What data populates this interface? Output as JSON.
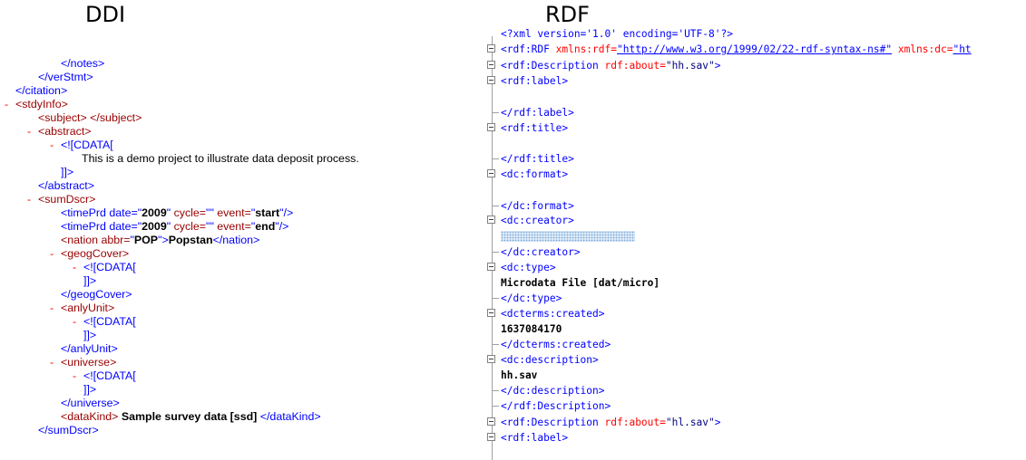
{
  "titles": {
    "ddi": "DDI",
    "rdf": "RDF"
  },
  "ddi": {
    "notes_close": "</notes>",
    "verstmt_close": "</verStmt>",
    "citation_close": "</citation>",
    "toggle": "-",
    "stdyinfo_open": "<stdyInfo>",
    "subject": "<subject> </subject>",
    "abstract_open": "<abstract>",
    "cdata_open": "<![CDATA[",
    "abstract_text": "This is a demo project to illustrate data deposit process.",
    "cdata_close": "]]>",
    "abstract_close": "</abstract>",
    "sumdscr_open": "<sumDscr>",
    "timeprd1": {
      "prefix": "<timePrd date=",
      "date": "2009",
      "mid1": " cycle=",
      "cycle": "\"\"",
      "mid2": " event=",
      "event": "start",
      "suffix": "/>"
    },
    "timeprd2": {
      "prefix": "<timePrd date=",
      "date": "2009",
      "mid1": " cycle=",
      "cycle": "\"\"",
      "mid2": " event=",
      "event": "end",
      "suffix": "/>"
    },
    "nation": {
      "prefix": "<nation abbr=",
      "abbr": "POP",
      "gt": ">",
      "text": "Popstan",
      "close": "</nation>"
    },
    "geogcover_open": "<geogCover>",
    "geogcover_close": "</geogCover>",
    "anlyunit_open": "<anlyUnit>",
    "anlyunit_close": "</anlyUnit>",
    "universe_open": "<universe>",
    "universe_close": "</universe>",
    "datakind": {
      "open": "<dataKind>",
      "text": "Sample survey data [ssd]",
      "close": "</dataKind>"
    },
    "sumdscr_close": "</sumDscr>"
  },
  "rdf": {
    "xml_decl": "<?xml version='1.0' encoding='UTF-8'?>",
    "rdf_open": {
      "tag": "<rdf:RDF",
      "attr1": " xmlns:rdf=",
      "link1": "\"http://www.w3.org/1999/02/22-rdf-syntax-ns#\"",
      "attr2": " xmlns:dc=",
      "link2": "\"ht"
    },
    "desc1_open": {
      "tag": "<rdf:Description",
      "attr": " rdf:about=",
      "val": "\"hh.sav\"",
      "end": ">"
    },
    "label_open": "<rdf:label>",
    "label_close": "</rdf:label>",
    "title_open": "<rdf:title>",
    "title_close": "</rdf:title>",
    "format_open": "<dc:format>",
    "format_close": "</dc:format>",
    "creator_open": "<dc:creator>",
    "creator_close": "</dc:creator>",
    "type_open": "<dc:type>",
    "type_value": "Microdata File [dat/micro]",
    "type_close": "</dc:type>",
    "created_open": "<dcterms:created>",
    "created_value": "1637084170",
    "created_close": "</dcterms:created>",
    "description_open": "<dc:description>",
    "description_value": "hh.sav",
    "description_close": "</dc:description>",
    "desc1_close": "</rdf:Description>",
    "desc2_open": {
      "tag": "<rdf:Description",
      "attr": " rdf:about=",
      "val": "\"hl.sav\"",
      "end": ">"
    },
    "label2_open": "<rdf:label>"
  }
}
